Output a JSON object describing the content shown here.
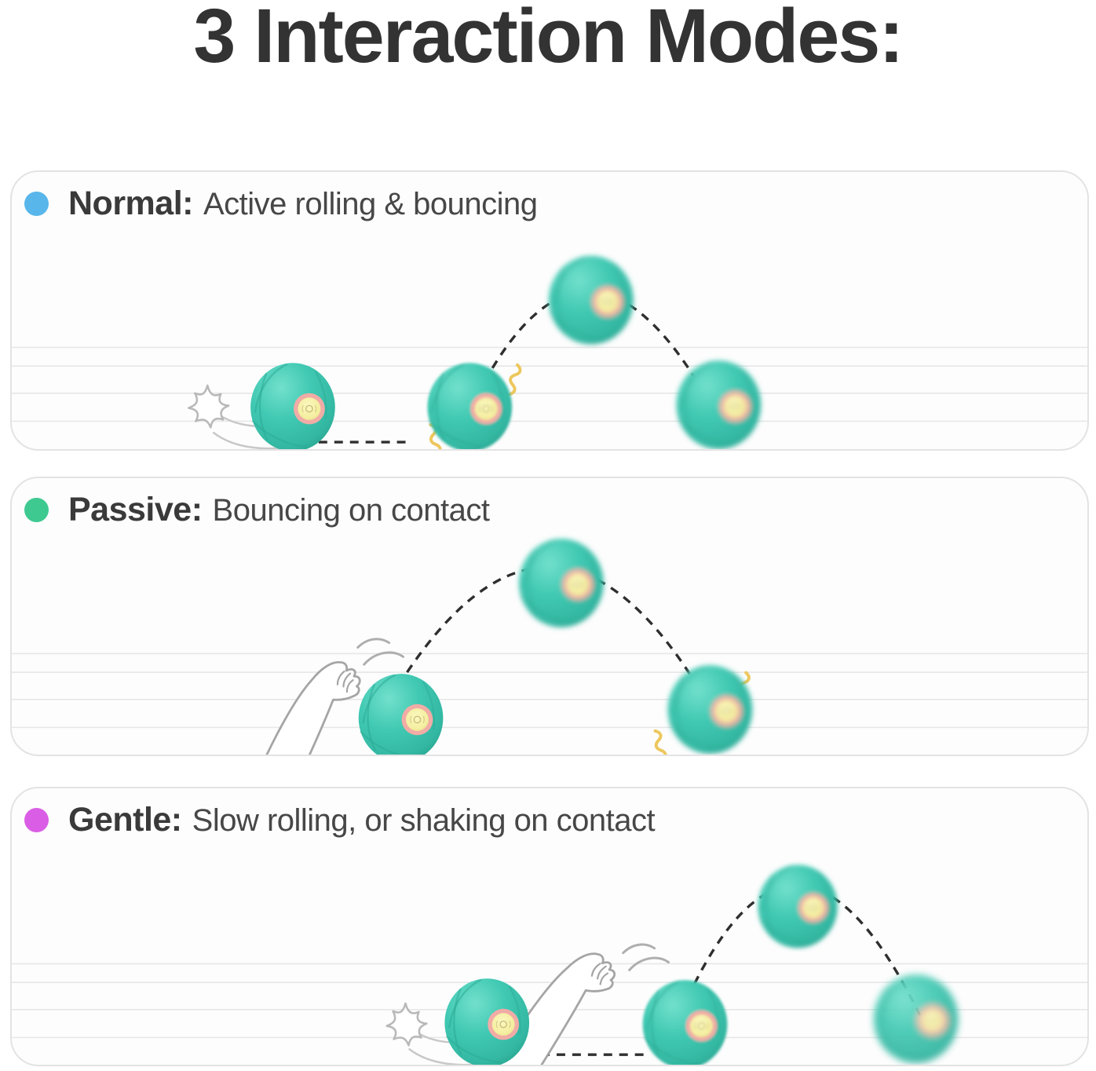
{
  "title": "3 Interaction Modes:",
  "modes": [
    {
      "name": "Normal:",
      "description": "Active rolling & bouncing",
      "dot_color": "#58b6ea"
    },
    {
      "name": "Passive:",
      "description": "Bouncing on contact",
      "dot_color": "#3ec990"
    },
    {
      "name": "Gentle:",
      "description": "Slow rolling, or shaking on contact",
      "dot_color": "#da5ee5"
    }
  ],
  "icons": {
    "ball": "smart-ball",
    "paw": "cat-paw-icon",
    "puff": "impact-puff-icon",
    "zigzag": "vibration-zigzag-icon",
    "trail": "motion-trail-icon",
    "swipe": "swipe-motion-icon"
  },
  "colors": {
    "title-text": "#333333",
    "mode-name-text": "#3a3a3a",
    "mode-desc-text": "#474747",
    "panel-border": "#e3e3e3",
    "panel-bg": "#fdfdfd",
    "floor-line": "#e7e7e7",
    "trajectory-dash": "#2e2e2e",
    "ball-teal": "#3fc8b2",
    "ball-teal-dark": "#2aa18d",
    "ball-ring-pink": "#f1aca6",
    "ball-center-yellow": "#f4efa0",
    "zigzag-yellow": "#edc75d",
    "sketch-gray": "#ababab"
  }
}
